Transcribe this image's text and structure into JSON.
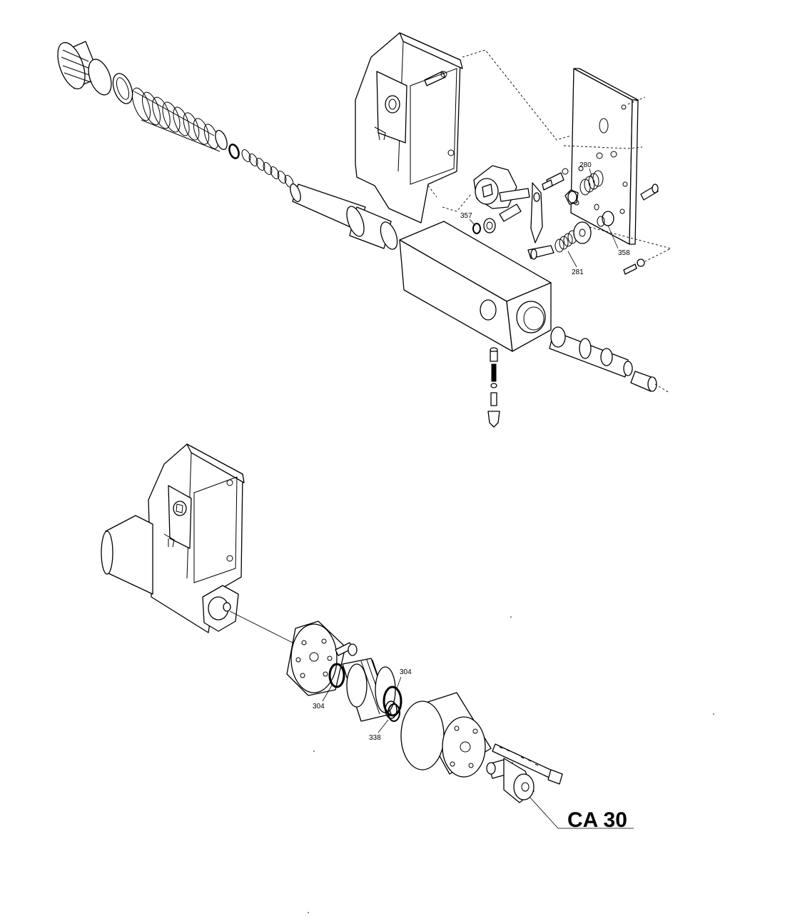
{
  "labels": {
    "p280": "280",
    "p281": "281",
    "p357": "357",
    "p358": "358",
    "p304a": "304",
    "p304b": "304",
    "p338": "338"
  },
  "model": "CA 30",
  "colors": {
    "ink": "#000000",
    "paper": "#ffffff"
  }
}
